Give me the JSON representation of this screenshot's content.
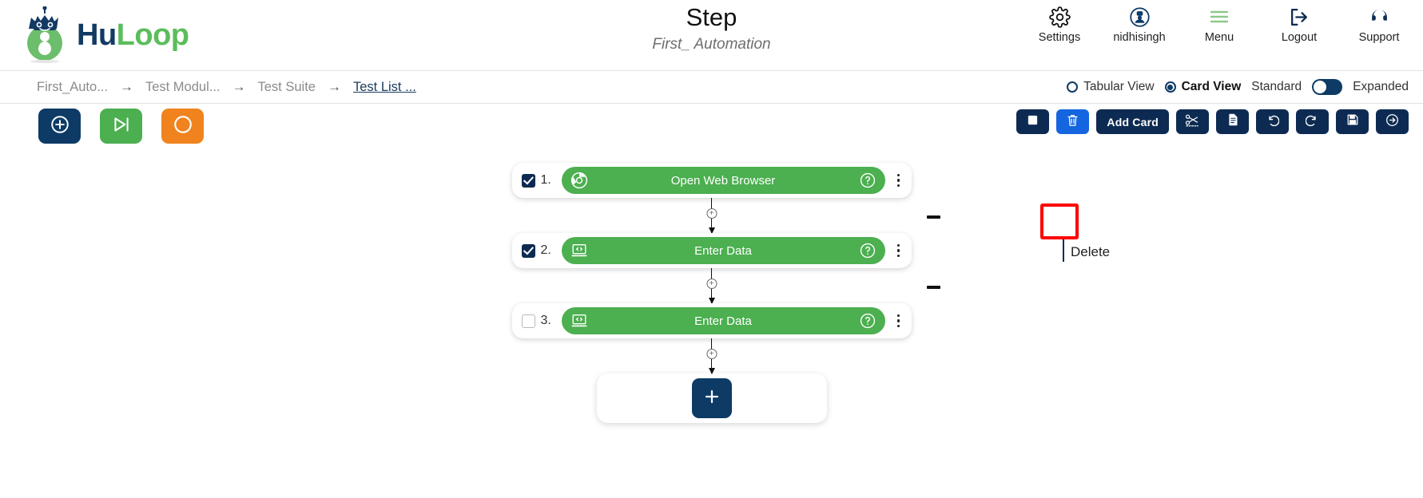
{
  "brand": {
    "name_part1": "Hu",
    "name_part2": "Loop",
    "logo_icon": "huloop-robot-logo"
  },
  "header": {
    "title": "Step",
    "subtitle": "First_ Automation",
    "actions": [
      {
        "icon": "gear-icon",
        "label": "Settings"
      },
      {
        "icon": "user-robot-avatar-icon",
        "label": "nidhisingh"
      },
      {
        "icon": "hamburger-menu-icon",
        "label": "Menu"
      },
      {
        "icon": "logout-icon",
        "label": "Logout"
      },
      {
        "icon": "headset-icon",
        "label": "Support"
      }
    ]
  },
  "breadcrumb": {
    "separator": "→",
    "items": [
      {
        "label": "First_Auto...",
        "active": false
      },
      {
        "label": "Test Modul...",
        "active": false
      },
      {
        "label": "Test Suite",
        "active": false
      },
      {
        "label": "Test List ...",
        "active": true
      }
    ]
  },
  "view_options": {
    "tabular_label": "Tabular View",
    "card_label": "Card View",
    "selected": "Card View",
    "standard_label": "Standard",
    "expanded_label": "Expanded",
    "toggle_position": "standard"
  },
  "toolbar": {
    "left": [
      {
        "icon": "add-circle-icon",
        "name": "add-step-button",
        "color": "#0d3b66"
      },
      {
        "icon": "play-step-icon",
        "name": "run-button",
        "color": "#4CAF50"
      },
      {
        "icon": "record-circle-icon",
        "name": "record-button",
        "color": "#F0831E"
      }
    ],
    "right": [
      {
        "icon": "stop-square-icon",
        "name": "stop-button",
        "label": ""
      },
      {
        "icon": "trash-icon",
        "name": "delete-button",
        "label": "",
        "highlighted": true
      },
      {
        "icon": "",
        "name": "add-card-button",
        "label": "Add Card"
      },
      {
        "icon": "scissors-icon",
        "name": "cut-button",
        "label": ""
      },
      {
        "icon": "document-copy-icon",
        "name": "copy-button",
        "label": ""
      },
      {
        "icon": "undo-arrow-icon",
        "name": "undo-button",
        "label": ""
      },
      {
        "icon": "redo-arrow-icon",
        "name": "redo-button",
        "label": ""
      },
      {
        "icon": "floppy-save-icon",
        "name": "save-button",
        "label": ""
      },
      {
        "icon": "arrow-right-circle-icon",
        "name": "export-button",
        "label": ""
      }
    ],
    "tooltip": "Delete"
  },
  "flow": {
    "steps": [
      {
        "index": "1.",
        "label": "Open Web Browser",
        "icon": "chrome-browser-icon",
        "checked": true,
        "collapse_marker": false
      },
      {
        "index": "2.",
        "label": "Enter Data",
        "icon": "monitor-code-icon",
        "checked": true,
        "collapse_marker": true
      },
      {
        "index": "3.",
        "label": "Enter Data",
        "icon": "monitor-code-icon",
        "checked": false,
        "collapse_marker": true
      }
    ],
    "connector_icon": "plus-circle-small-icon",
    "add_card_icon": "plus-icon"
  },
  "colors": {
    "navy": "#0d3b66",
    "dark_navy": "#0d2b52",
    "green": "#4CAF50",
    "orange": "#F0831E",
    "highlight_blue": "#1565E0",
    "annotation_red": "#FF0000"
  }
}
